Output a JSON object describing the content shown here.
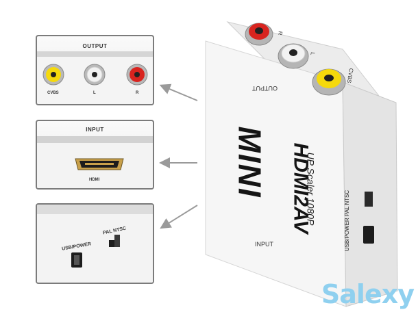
{
  "panels": {
    "output": {
      "title": "OUTPUT",
      "labels": [
        "CVBS",
        "L",
        "R"
      ]
    },
    "input": {
      "title": "INPUT",
      "port_label": "HDMI"
    },
    "power": {
      "usb_label": "USB/POWER",
      "switch_label": "PAL NTSC"
    }
  },
  "device": {
    "brand": "MINI",
    "model": "HDMI2AV",
    "subtitle": "UP Scaler 1080P",
    "output_label": "OUTPUT",
    "input_label": "INPUT",
    "cvbs_label": "CVBS",
    "l_label": "L",
    "r_label": "R",
    "side_label": "USB/POWER PAL NTSC"
  },
  "watermark": "Salexy",
  "colors": {
    "red": "#d8241f",
    "white": "#f2f2f2",
    "yellow": "#f5d90c",
    "frame": "#7b7b7b",
    "watermark": "#8fd0ef"
  }
}
